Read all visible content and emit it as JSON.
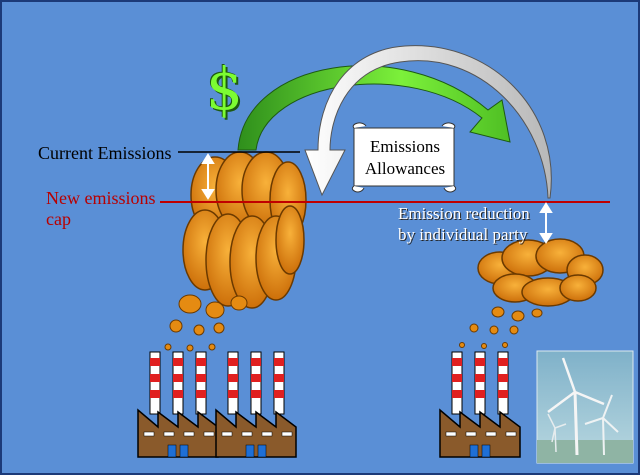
{
  "labels": {
    "current_emissions": "Current Emissions",
    "new_cap_line1": "New emissions",
    "new_cap_line2": "cap",
    "reduction_line1": "Emission reduction",
    "reduction_line2": "by individual party",
    "allowances_line1": "Emissions",
    "allowances_line2": "Allowances",
    "dollar": "$"
  },
  "icons": {
    "money": "dollar-sign-icon",
    "allowance_document": "scroll-icon",
    "factory": "factory-icon",
    "wind_power": "wind-turbine-icon"
  },
  "colors": {
    "background": "#5A8FD6",
    "cap_line": "#C00000",
    "smoke": "#E58B12",
    "money_arrow": "#5FD02A",
    "allowance_arrow": "#FFFFFF",
    "factory": "#8A5A2B"
  }
}
